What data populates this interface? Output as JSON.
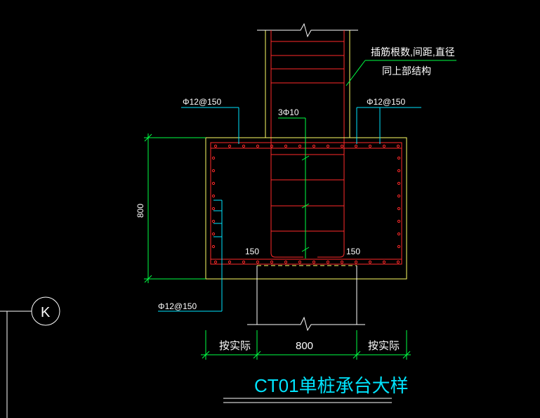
{
  "labels": {
    "insert_bars_line1": "插筋根数,间距,直径",
    "insert_bars_line2": "同上部结构",
    "rebar_top_left": "Φ12@150",
    "rebar_top_right": "Φ12@150",
    "rebar_middle": "3Φ10",
    "rebar_side": "Φ12@150",
    "height_dim": "800",
    "width_dim": "800",
    "side_dim_left": "按实际",
    "side_dim_right": "按实际",
    "hook_left": "150",
    "hook_right": "150",
    "grid_axis": "K"
  },
  "title": "CT01单桩承台大样",
  "colors": {
    "background": "#000000",
    "concrete_outline": "#ffff66",
    "rebar": "#ff2a2a",
    "dimension": "#00ff44",
    "leader": "#00e5ff",
    "text": "#ffffff",
    "title": "#00e5ff"
  }
}
